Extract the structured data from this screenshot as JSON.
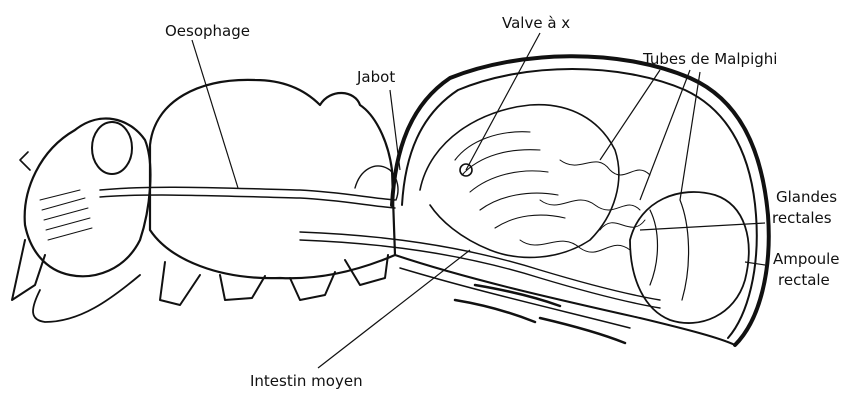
{
  "labels": {
    "oesophage": "Oesophage",
    "valve": "Valve à x",
    "jabot": "Jabot",
    "malpighi": "Tubes de Malpighi",
    "glandes_1": "Glandes",
    "glandes_2": "rectales",
    "ampoule_1": "Ampoule",
    "ampoule_2": "rectale",
    "intestin": "Intestin moyen"
  }
}
